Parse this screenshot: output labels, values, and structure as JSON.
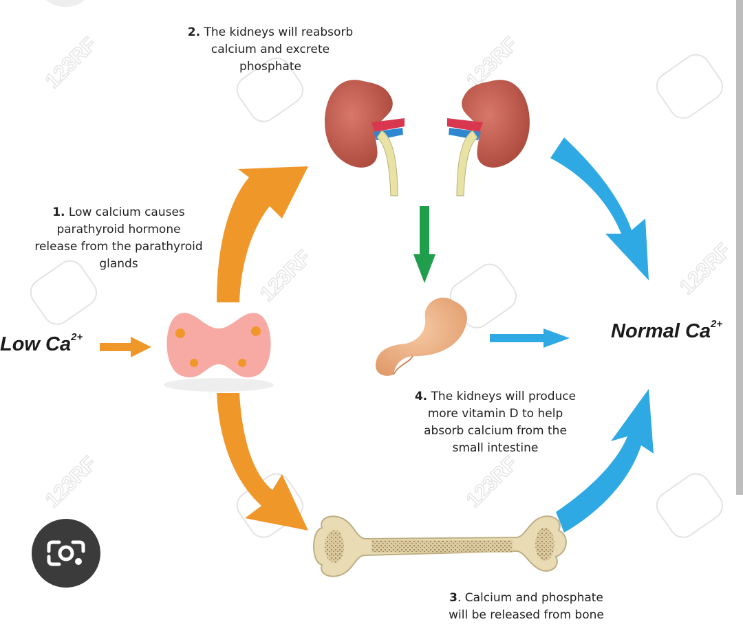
{
  "steps": {
    "step1": {
      "num": "1.",
      "lines": [
        "Low calcium causes",
        "parathyroid hormone",
        "release from the parathyroid",
        "glands"
      ]
    },
    "step2": {
      "num": "2.",
      "lines": [
        "The kidneys will reabsorb",
        "calcium and excrete",
        "phosphate"
      ]
    },
    "step3": {
      "num": "3",
      "lines": [
        "Calcium and phosphate",
        "will be released from bone"
      ]
    },
    "step4": {
      "num": "4.",
      "lines": [
        "The kidneys will produce",
        "more vitamin D to help",
        "absorb calcium from the",
        "small intestine"
      ]
    }
  },
  "ions": {
    "low": {
      "label": "Low Ca",
      "sup": "2+"
    },
    "normal": {
      "label": "Normal Ca",
      "sup": "2+"
    }
  },
  "watermark": "123RF",
  "colors": {
    "orange": "#f0972a",
    "blue": "#2fa9e3",
    "green": "#1f9e4c",
    "kidney": "#c2584a",
    "thyroid": "#f7a9a3",
    "stomach": "#eeb283",
    "bone": "#e9dcb4"
  },
  "icons": {
    "lens": "camera-lens-icon"
  }
}
